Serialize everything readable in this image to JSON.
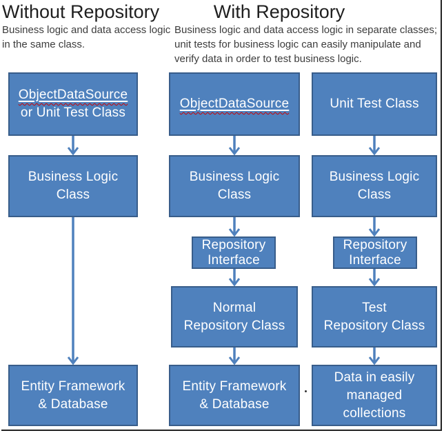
{
  "colors": {
    "box_fill": "#4f81bd",
    "box_border": "#385d8a",
    "arrow": "#4f81bd",
    "title_text": "#1f1f1f",
    "body_text": "#3c3c3c",
    "box_text": "#ffffff",
    "frame_line": "#222222",
    "squiggle": "#cc0000"
  },
  "header": {
    "without": {
      "title": "Without Repository",
      "description": "Business logic and data access logic in the same class."
    },
    "with": {
      "title": "With Repository",
      "description": "Business logic and data access logic in separate classes; unit tests for business logic can easily manipulate and verify data in order to test business logic."
    }
  },
  "diagram": {
    "without_column": {
      "source_box": {
        "spellchecked": "ObjectDataSource",
        "rest": "or Unit Test Class"
      },
      "business_logic_box": [
        "Business Logic",
        "Class"
      ],
      "data_box": [
        "Entity Framework",
        "& Database"
      ]
    },
    "normal_column": {
      "source_box": {
        "spellchecked": "ObjectDataSource"
      },
      "business_logic_box": [
        "Business Logic",
        "Class"
      ],
      "interface_box": [
        "Repository",
        "Interface"
      ],
      "repository_box": [
        "Normal",
        "Repository Class"
      ],
      "data_box": [
        "Entity Framework",
        "& Database"
      ]
    },
    "test_column": {
      "source_box": "Unit Test Class",
      "business_logic_box": [
        "Business Logic",
        "Class"
      ],
      "interface_box": [
        "Repository",
        "Interface"
      ],
      "repository_box": [
        "Test",
        "Repository Class"
      ],
      "data_box": [
        "Data in easily",
        "managed",
        "collections"
      ]
    }
  }
}
